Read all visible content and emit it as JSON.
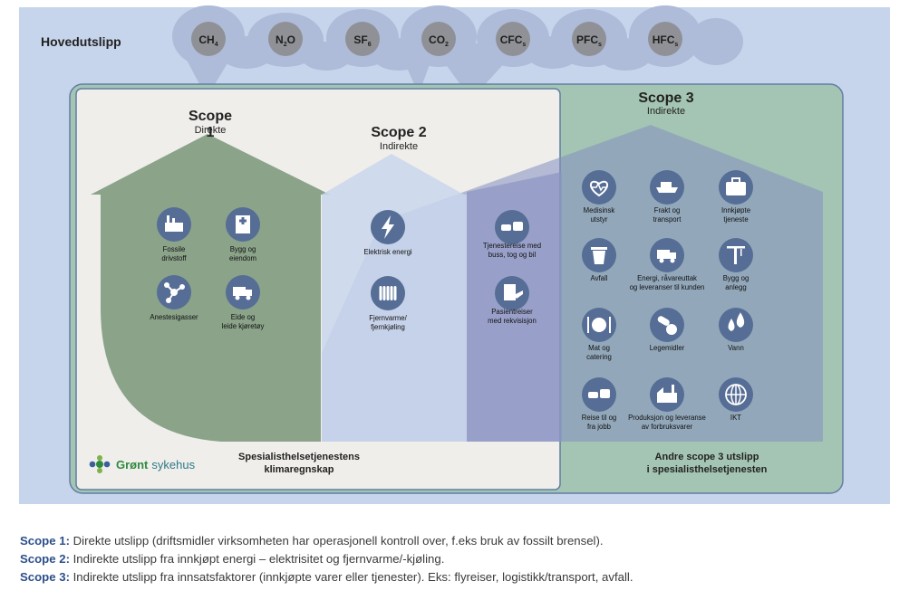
{
  "header": {
    "title": "Hovedutslipp"
  },
  "gases": [
    "CH4",
    "N2O",
    "SF6",
    "CO2",
    "CFC",
    "PFC",
    "HFC"
  ],
  "scope1": {
    "title": "Scope 1",
    "subtitle": "Direkte",
    "items": [
      {
        "label1": "Fossile",
        "label2": "drivstoff",
        "icon": "factory-icon"
      },
      {
        "label1": "Bygg og",
        "label2": "eiendom",
        "icon": "hospital-building-icon"
      },
      {
        "label1": "Anestesigasser",
        "label2": "",
        "icon": "molecule-icon"
      },
      {
        "label1": "Eide og",
        "label2": "leide kjøretøy",
        "icon": "truck-icon"
      }
    ]
  },
  "scope2": {
    "title": "Scope 2",
    "subtitle": "Indirekte",
    "items": [
      {
        "label1": "Elektrisk energi",
        "label2": "",
        "icon": "lightning-icon"
      },
      {
        "label1": "Fjernvarme/",
        "label2": "fjernkjøling",
        "icon": "radiator-icon"
      }
    ]
  },
  "overlap": {
    "items": [
      {
        "label1": "Tjenestereise med",
        "label2": "buss, tog og bil",
        "icon": "car-bus-icon"
      },
      {
        "label1": "Pasientreiser",
        "label2": "med rekvisisjon",
        "icon": "document-plane-icon"
      }
    ]
  },
  "scope3": {
    "title": "Scope 3",
    "subtitle": "Indirekte",
    "items": [
      {
        "label1": "Medisinsk",
        "label2": "utstyr",
        "label3": "",
        "icon": "heart-pulse-icon"
      },
      {
        "label1": "Frakt og",
        "label2": "transport",
        "label3": "",
        "icon": "ship-icon"
      },
      {
        "label1": "Innkjøpte",
        "label2": "tjeneste",
        "label3": "",
        "icon": "briefcase-icon"
      },
      {
        "label1": "Avfall",
        "label2": "",
        "label3": "",
        "icon": "trash-icon"
      },
      {
        "label1": "Energi, råvareuttak",
        "label2": "og leveranser til kunden",
        "label3": "",
        "icon": "fuel-truck-icon"
      },
      {
        "label1": "Bygg og",
        "label2": "anlegg",
        "label3": "",
        "icon": "crane-icon"
      },
      {
        "label1": "Mat og",
        "label2": "catering",
        "label3": "",
        "icon": "plate-icon"
      },
      {
        "label1": "Legemidler",
        "label2": "",
        "label3": "",
        "icon": "pills-icon"
      },
      {
        "label1": "Vann",
        "label2": "",
        "label3": "",
        "icon": "water-drops-icon"
      },
      {
        "label1": "Reise til og",
        "label2": "fra jobb",
        "label3": "",
        "icon": "commute-icon"
      },
      {
        "label1": "Produksjon og leveranse",
        "label2": "av forbruksvarer",
        "label3": "",
        "icon": "production-icon"
      },
      {
        "label1": "IKT",
        "label2": "",
        "label3": "",
        "icon": "globe-icon"
      }
    ]
  },
  "footer": {
    "left1": "Spesialisthelsetjenestens",
    "left2": "klimaregnskap",
    "right1": "Andre scope 3 utslipp",
    "right2": "i spesialisthelsetjenesten",
    "logo_text1": "Grønt",
    "logo_text2": "sykehus"
  },
  "legend": [
    {
      "label": "Scope 1:",
      "text": "Direkte utslipp (driftsmidler virksomheten har operasjonell kontroll over, f.eks bruk av fossilt brensel)."
    },
    {
      "label": "Scope 2:",
      "text": "Indirekte utslipp fra innkjøpt energi – elektrisitet og fjernvarme/-kjøling."
    },
    {
      "label": "Scope 3:",
      "text": "Indirekte utslipp fra innsatsfaktorer (innkjøpte varer eller tjenester). Eks: flyreiser, logistikk/transport, avfall."
    }
  ],
  "colors": {
    "panel": "#c7d5ec",
    "scope1": "#8aa389",
    "scope2": "#c7d5ec",
    "scope3": "#a4c5b3",
    "icon": "#566d95",
    "outer": "#a4c5b3"
  }
}
